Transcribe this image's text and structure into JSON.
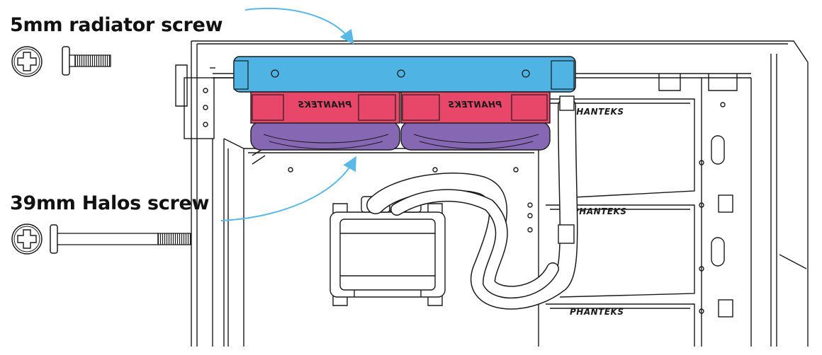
{
  "labels": {
    "radiator_screw": "5mm radiator screw",
    "halos_screw": "39mm Halos screw"
  },
  "brand": "PHANTEKS",
  "colors": {
    "radiator": "#4fb3e3",
    "fan_frame": "#e8476a",
    "fan_blades": "#8667b4",
    "arrow": "#5ab8e6",
    "line": "#1a1a1a"
  },
  "icons": [
    "phillips-screw-head-icon",
    "screw-side-icon"
  ]
}
